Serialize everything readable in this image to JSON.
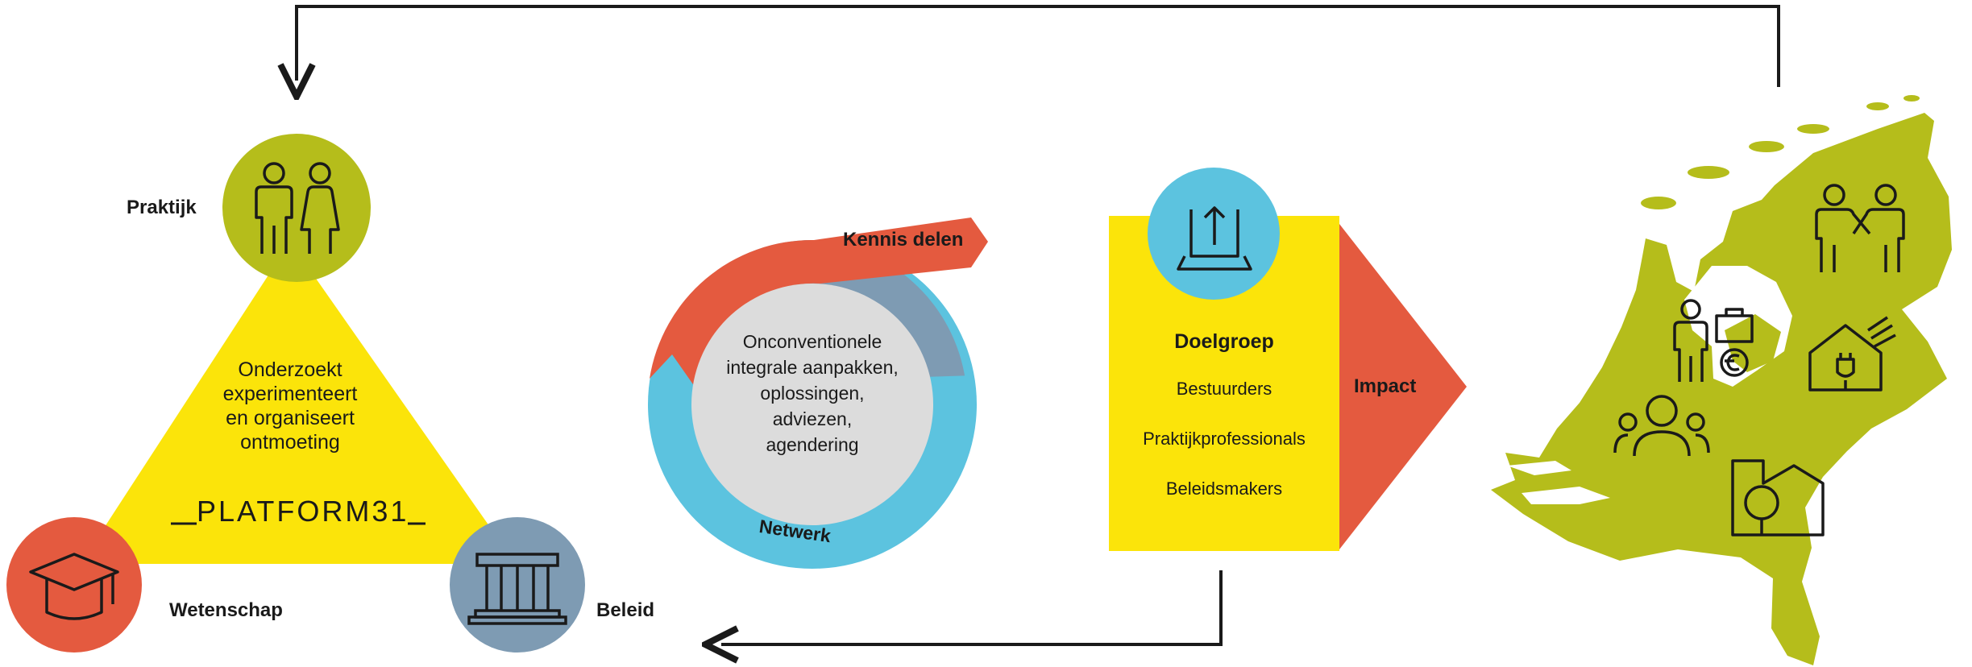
{
  "colors": {
    "lime": "#b5bd1b",
    "yellow": "#fbe40a",
    "red": "#e45a3f",
    "blue": "#5cc3df",
    "slate": "#7e9bb3",
    "grey": "#dcdcdc",
    "line": "#1a1a1a"
  },
  "triangle": {
    "praktijk": "Praktijk",
    "wetenschap": "Wetenschap",
    "beleid": "Beleid",
    "body": [
      "Onderzoekt",
      "experimenteert",
      "en organiseert",
      "ontmoeting"
    ],
    "logo": "PLATFORM31"
  },
  "cycle": {
    "top_label": "Kennis delen",
    "bottom_label": "Netwerk",
    "center": [
      "Onconventionele",
      "integrale aanpakken,",
      "oplossingen,",
      "adviezen,",
      "agendering"
    ]
  },
  "target": {
    "title": "Doelgroep",
    "items": [
      "Bestuurders",
      "Praktijkprofessionals",
      "Beleidsmakers"
    ],
    "impact": "Impact"
  },
  "icons": {
    "praktijk": "two-people-icon",
    "wetenschap": "graduation-cap-icon",
    "beleid": "government-building-icon",
    "doelgroep": "laptop-upload-icon",
    "map": [
      "people-holding-hands-icon",
      "worker-with-briefcase-euro-icon",
      "sustainable-house-icon",
      "community-group-icon",
      "house-with-tree-icon"
    ]
  }
}
